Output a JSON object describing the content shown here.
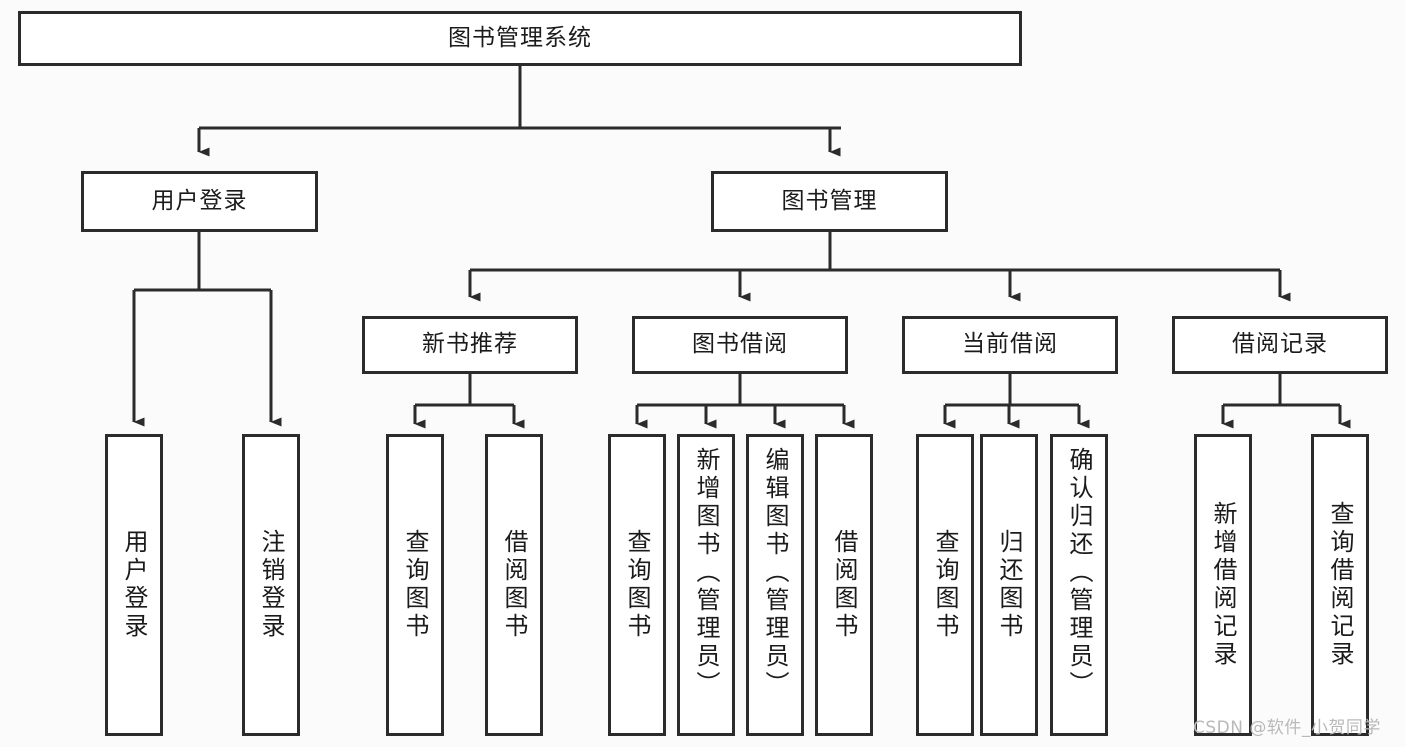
{
  "diagram": {
    "title": "图书管理系统",
    "type": "tree-hierarchy-functional-decomposition",
    "watermark": "CSDN @软件_小贺同学",
    "colors": {
      "stroke": "#2b2b2b",
      "fill": "#ffffff",
      "background": "#fbfbfb",
      "text": "#1b1b1b",
      "watermark": "#b9b9b9"
    },
    "root": {
      "label": "图书管理系统"
    },
    "level2": [
      {
        "label": "用户登录"
      },
      {
        "label": "图书管理"
      }
    ],
    "level3": [
      {
        "label": "新书推荐"
      },
      {
        "label": "图书借阅"
      },
      {
        "label": "当前借阅"
      },
      {
        "label": "借阅记录"
      }
    ],
    "leaves": {
      "user_login": [
        {
          "label": "用户登录"
        },
        {
          "label": "注销登录"
        }
      ],
      "new_book_recommend": [
        {
          "label": "查询图书"
        },
        {
          "label": "借阅图书"
        }
      ],
      "book_borrow": [
        {
          "label": "查询图书"
        },
        {
          "label": "新增图书（管理员）"
        },
        {
          "label": "编辑图书（管理员）"
        },
        {
          "label": "借阅图书"
        }
      ],
      "current_borrow": [
        {
          "label": "查询图书"
        },
        {
          "label": "归还图书"
        },
        {
          "label": "确认归还（管理员）"
        }
      ],
      "borrow_records": [
        {
          "label": "新增借阅记录"
        },
        {
          "label": "查询借阅记录"
        }
      ]
    }
  }
}
